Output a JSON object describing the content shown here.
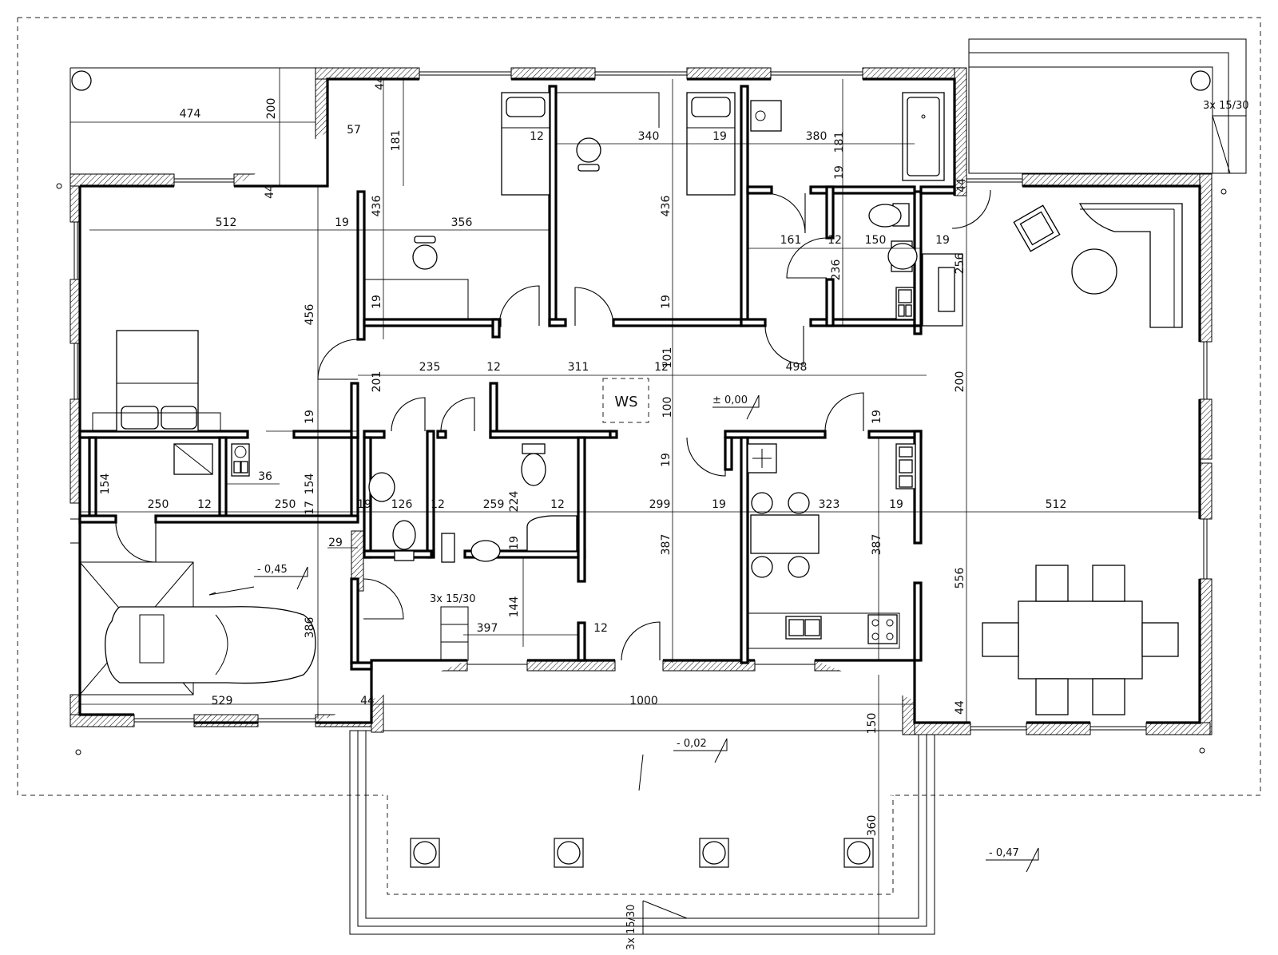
{
  "plan": {
    "dimensions": {
      "d474": "474",
      "d200a": "200",
      "d44a": "44",
      "d181a": "181",
      "d57": "57",
      "d12a": "12",
      "d340": "340",
      "d19a": "19",
      "d380": "380",
      "d181b": "181",
      "d19b": "19",
      "d44b": "44",
      "d512a": "512",
      "d19c": "19",
      "d436a": "436",
      "d356": "356",
      "d436b": "436",
      "d161": "161",
      "d12b": "12",
      "d150a": "150",
      "d19d": "19",
      "d236": "236",
      "d256": "256",
      "d456": "456",
      "d19e": "19",
      "d19f": "19",
      "d235": "235",
      "d12c": "12",
      "d311": "311",
      "d12d": "12",
      "d101": "101",
      "d498": "498",
      "d201": "201",
      "d200b": "200",
      "d100": "100",
      "d19g": "19",
      "d19h": "19",
      "d19i": "19",
      "d154a": "154",
      "d36": "36",
      "d154b": "154",
      "d250a": "250",
      "d12e": "12",
      "d250b": "250",
      "d17": "17",
      "d19j": "19",
      "d126": "126",
      "d12f": "12",
      "d259": "259",
      "d224": "224",
      "d12g": "12",
      "d299": "299",
      "d19k": "19",
      "d323": "323",
      "d19l": "19",
      "d512b": "512",
      "d29": "29",
      "d19m": "19",
      "d387a": "387",
      "d387b": "387",
      "d556": "556",
      "d144": "144",
      "d397": "397",
      "d12h": "12",
      "d386": "386",
      "d529": "529",
      "d44c": "44",
      "d1000": "1000",
      "d44d": "44",
      "d150b": "150",
      "d360": "360"
    },
    "levels": {
      "zero": "± 0,00",
      "garage": "- 0,45",
      "terrace": "- 0,02",
      "outside": "- 0,47"
    },
    "stairs": {
      "top_right": "3x 15/30",
      "garage_entry": "3x 15/30",
      "terrace": "3x 15/30"
    },
    "ws_label": "WS"
  }
}
